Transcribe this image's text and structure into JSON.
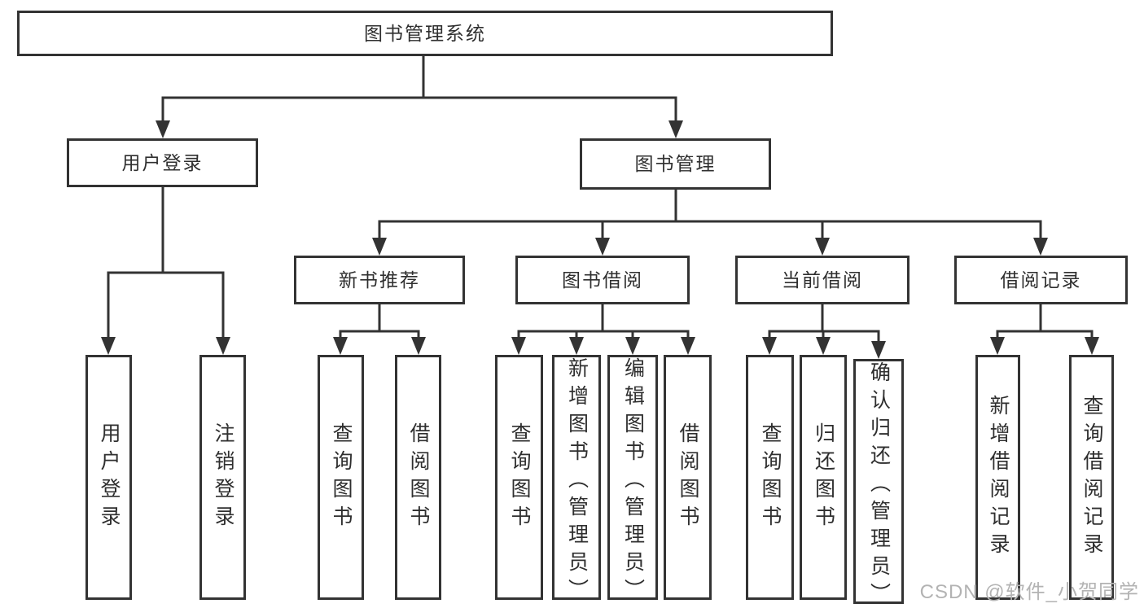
{
  "colors": {
    "line": "#333333",
    "text": "#2f2f2f",
    "watermark": "#b3b3b3",
    "background": "#ffffff"
  },
  "watermark": {
    "text": "CSDN @软件_小贺同学"
  },
  "tree": {
    "root": {
      "label": "图书管理系统"
    },
    "branches": [
      {
        "label": "用户登录",
        "children": [
          {
            "label": "用户登录"
          },
          {
            "label": "注销登录"
          }
        ]
      },
      {
        "label": "图书管理",
        "children": [
          {
            "label": "新书推荐",
            "children": [
              {
                "label": "查询图书"
              },
              {
                "label": "借阅图书"
              }
            ]
          },
          {
            "label": "图书借阅",
            "children": [
              {
                "label": "查询图书"
              },
              {
                "label": "新增图书（管理员）"
              },
              {
                "label": "编辑图书（管理员）"
              },
              {
                "label": "借阅图书"
              }
            ]
          },
          {
            "label": "当前借阅",
            "children": [
              {
                "label": "查询图书"
              },
              {
                "label": "归还图书"
              },
              {
                "label": "确认归还（管理员）"
              }
            ]
          },
          {
            "label": "借阅记录",
            "children": [
              {
                "label": "新增借阅记录"
              },
              {
                "label": "查询借阅记录"
              }
            ]
          }
        ]
      }
    ]
  }
}
